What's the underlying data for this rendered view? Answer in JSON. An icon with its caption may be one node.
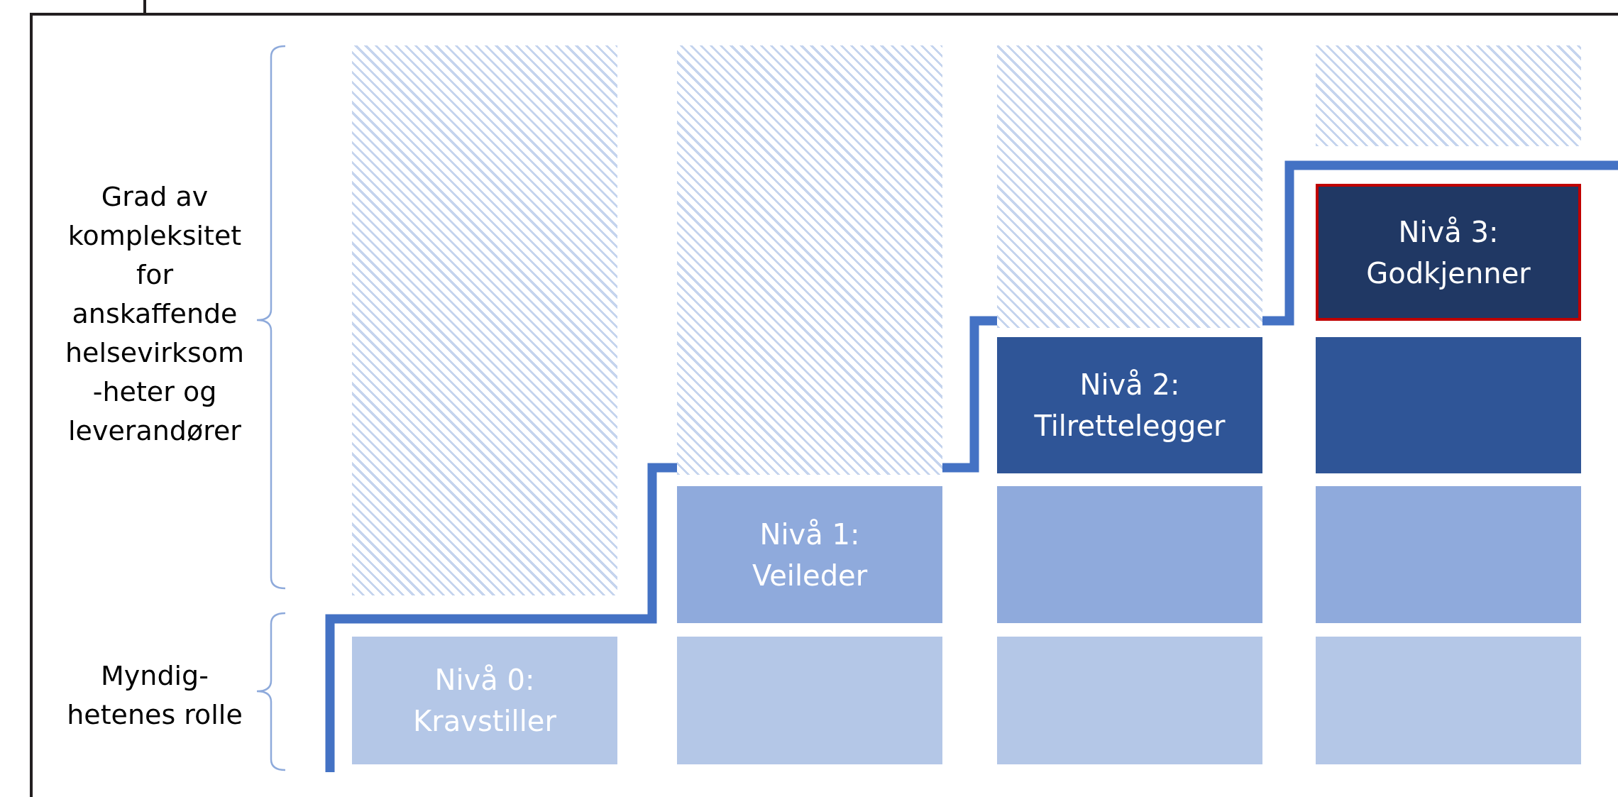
{
  "diagram": {
    "nodes": [
      {
        "text": [],
        "shape": "box"
      },
      {
        "text": [
          "Nivå 0: Kravstiller"
        ]
      },
      {
        "text": [],
        "shape": "box"
      },
      {
        "text": [
          "Nivå 1: Veileder"
        ]
      },
      {
        "text": [],
        "shape": "box"
      },
      {
        "text": [],
        "shape": "box"
      },
      {
        "text": [
          "Nivå 2: Tilrettelegger"
        ]
      },
      {
        "text": [],
        "shape": "box"
      },
      {
        "text": [],
        "shape": "box"
      },
      {
        "text": [],
        "shape": "box"
      },
      {
        "text": [
          "Nivå 3: Godkjenner"
        ]
      },
      {
        "text": [],
        "shape": "box"
      },
      {
        "text": [],
        "shape": "box"
      },
      {
        "text": [],
        "shape": "box"
      }
    ],
    "labels": [
      "Grad av kompleksitet for anskaffende helsevirksom -heter og leverandører",
      "Myndig- hetenes rolle"
    ]
  }
}
